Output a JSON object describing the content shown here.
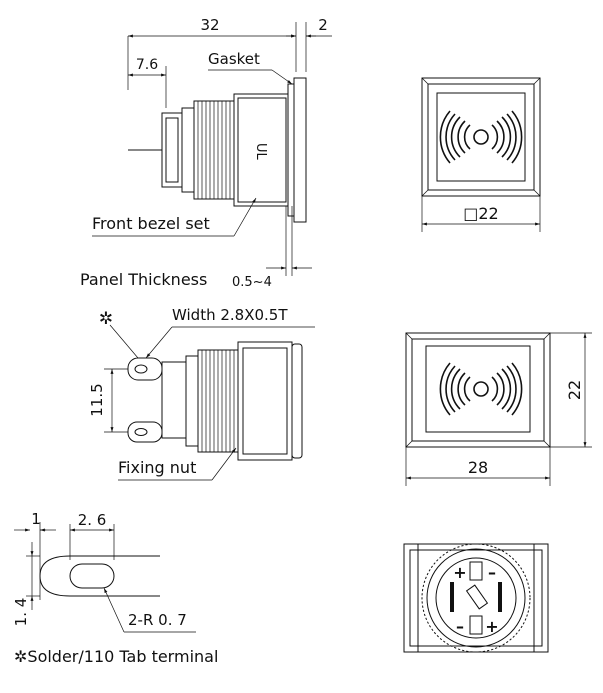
{
  "top_side_view": {
    "dim_total_length": "32",
    "dim_flange": "2",
    "dim_terminal": "7.6",
    "label_gasket": "Gasket",
    "label_front_bezel": "Front bezel set",
    "label_panel_thickness": "Panel Thickness",
    "panel_thickness_range": "0.5~4"
  },
  "square_front_view": {
    "dim_size": "□22"
  },
  "mid_side_view": {
    "label_width": "Width 2.8X0.5T",
    "dim_terminal_pitch": "11.5",
    "label_fixing_nut": "Fixing nut",
    "marker": "✲"
  },
  "rect_front_view": {
    "dim_width": "28",
    "dim_height": "22"
  },
  "terminal_detail": {
    "dim_thickness": "1",
    "dim_slot_length": "2. 6",
    "dim_slot_width": "1. 4",
    "dim_radius": "2-R 0. 7",
    "caption": "✲Solder/110 Tab terminal"
  },
  "rear_view": {
    "plus_top": "+",
    "minus_top": "–",
    "plus_bottom": "+",
    "minus_bottom": "–"
  }
}
